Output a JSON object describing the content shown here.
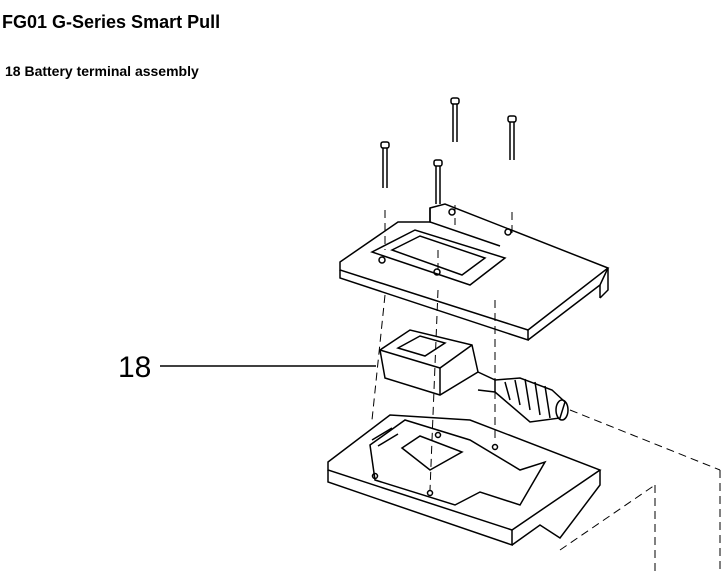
{
  "header": {
    "title": "FG01 G-Series Smart Pull",
    "subtitle": "18 Battery terminal assembly"
  },
  "diagram": {
    "callouts": [
      {
        "label": "18",
        "part": "Battery terminal assembly"
      }
    ]
  }
}
